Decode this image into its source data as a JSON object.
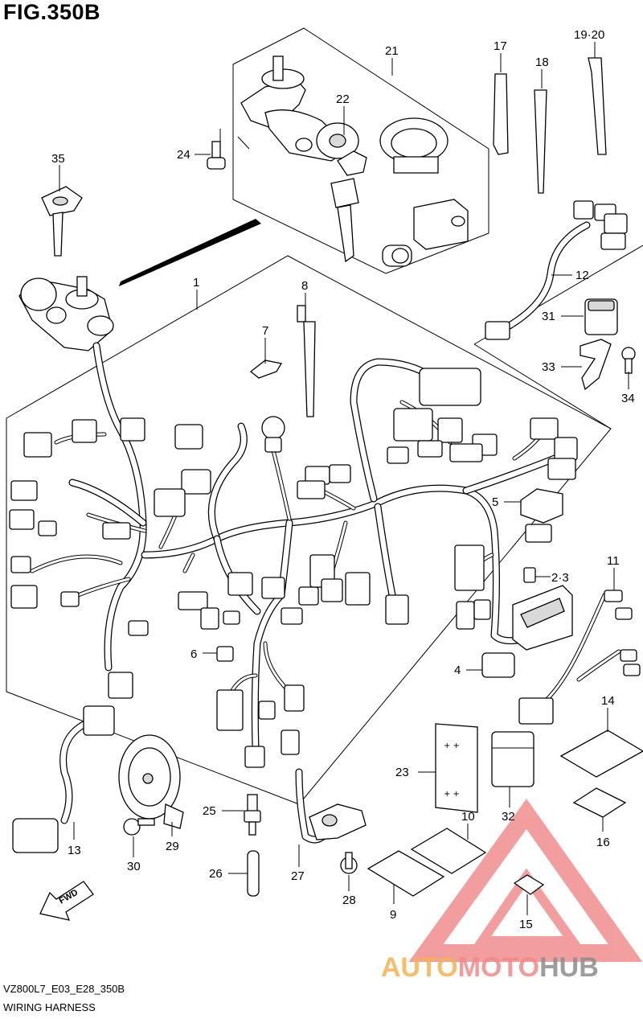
{
  "figure": {
    "title": "FIG.350B",
    "model_code": "VZ800L7_E03_E28_350B",
    "name": "WIRING HARNESS"
  },
  "watermark": {
    "word_left": "AUTO",
    "word_mid": "MOTO",
    "word_right": "HUB",
    "color_left": "#f5b352",
    "color_mid": "#f08a8a",
    "color_right": "#8c8c8c",
    "triangle_color": "#e8504f"
  },
  "fwd_label": "FWD",
  "callouts": {
    "c1": "1",
    "c2_3": "2·3",
    "c4": "4",
    "c5": "5",
    "c6": "6",
    "c7": "7",
    "c8": "8",
    "c9": "9",
    "c10": "10",
    "c11": "11",
    "c12": "12",
    "c13": "13",
    "c14": "14",
    "c15": "15",
    "c16": "16",
    "c17": "17",
    "c18": "18",
    "c19_20": "19·20",
    "c21": "21",
    "c22": "22",
    "c23": "23",
    "c24": "24",
    "c25": "25",
    "c26": "26",
    "c27": "27",
    "c28": "28",
    "c29": "29",
    "c30": "30",
    "c31": "31",
    "c32": "32",
    "c33": "33",
    "c34": "34",
    "c35": "35"
  }
}
